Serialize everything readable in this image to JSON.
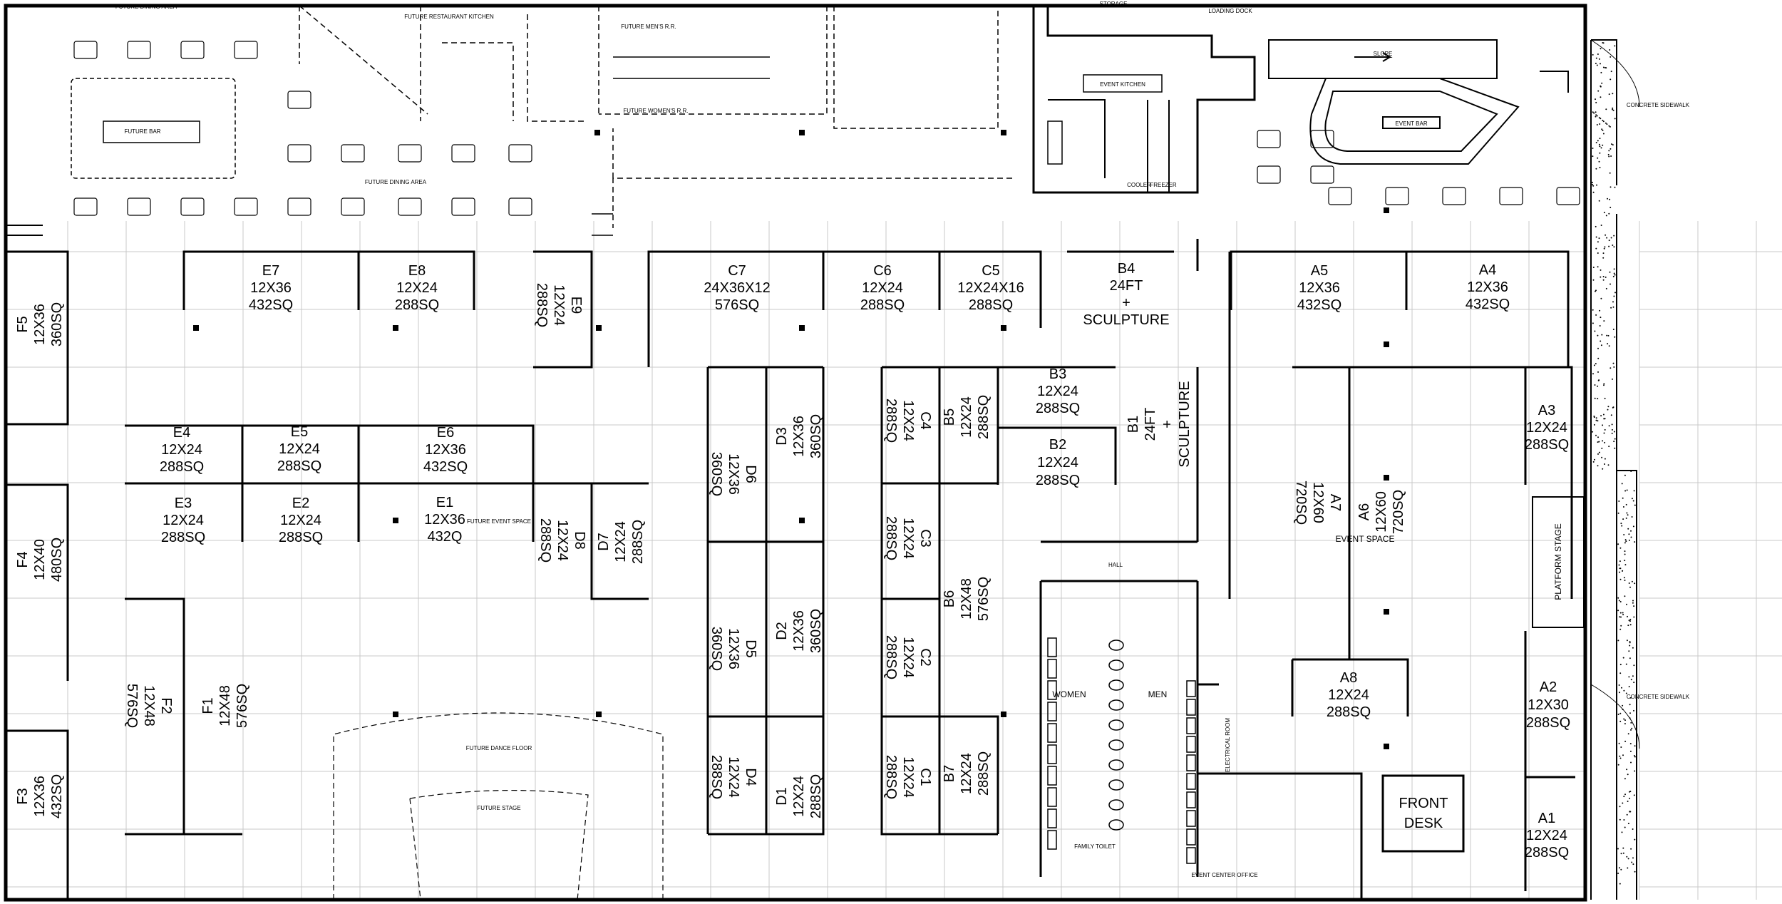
{
  "booths": {
    "A1": {
      "name": "A1",
      "size": "12X24",
      "area": "288SQ"
    },
    "A2": {
      "name": "A2",
      "size": "12X30",
      "area": "288SQ"
    },
    "A3": {
      "name": "A3",
      "size": "12X24",
      "area": "288SQ"
    },
    "A4": {
      "name": "A4",
      "size": "12X36",
      "area": "432SQ"
    },
    "A5": {
      "name": "A5",
      "size": "12X36",
      "area": "432SQ"
    },
    "A6": {
      "name": "A6",
      "size": "12X60",
      "area": "720SQ"
    },
    "A7": {
      "name": "A7",
      "size": "12X60",
      "area": "720SQ"
    },
    "A8": {
      "name": "A8",
      "size": "12X24",
      "area": "288SQ"
    },
    "B1": {
      "name": "B1",
      "size": "24FT",
      "extra": "+",
      "note": "SCULPTURE"
    },
    "B2": {
      "name": "B2",
      "size": "12X24",
      "area": "288SQ"
    },
    "B3": {
      "name": "B3",
      "size": "12X24",
      "area": "288SQ"
    },
    "B4": {
      "name": "B4",
      "size": "24FT",
      "extra": "+",
      "note": "SCULPTURE"
    },
    "B5": {
      "name": "B5",
      "size": "12X24",
      "area": "288SQ"
    },
    "B6": {
      "name": "B6",
      "size": "12X48",
      "area": "576SQ"
    },
    "B7": {
      "name": "B7",
      "size": "12X24",
      "area": "288SQ"
    },
    "C1": {
      "name": "C1",
      "size": "12X24",
      "area": "288SQ"
    },
    "C2": {
      "name": "C2",
      "size": "12X24",
      "area": "288SQ"
    },
    "C3": {
      "name": "C3",
      "size": "12X24",
      "area": "288SQ"
    },
    "C4": {
      "name": "C4",
      "size": "12X24",
      "area": "288SQ"
    },
    "C5": {
      "name": "C5",
      "size": "12X24X16",
      "area": "288SQ"
    },
    "C6": {
      "name": "C6",
      "size": "12X24",
      "area": "288SQ"
    },
    "C7": {
      "name": "C7",
      "size": "24X36X12",
      "area": "576SQ"
    },
    "D1": {
      "name": "D1",
      "size": "12X24",
      "area": "288SQ"
    },
    "D2": {
      "name": "D2",
      "size": "12X36",
      "area": "360SQ"
    },
    "D3": {
      "name": "D3",
      "size": "12X36",
      "area": "360SQ"
    },
    "D4": {
      "name": "D4",
      "size": "12X24",
      "area": "288SQ"
    },
    "D5": {
      "name": "D5",
      "size": "12X36",
      "area": "360SQ"
    },
    "D6": {
      "name": "D6",
      "size": "12X36",
      "area": "360SQ"
    },
    "D7": {
      "name": "D7",
      "size": "12X24",
      "area": "288SQ"
    },
    "D8": {
      "name": "D8",
      "size": "12X24",
      "area": "288SQ"
    },
    "E1": {
      "name": "E1",
      "size": "12X36",
      "area": "432Q"
    },
    "E2": {
      "name": "E2",
      "size": "12X24",
      "area": "288SQ"
    },
    "E3": {
      "name": "E3",
      "size": "12X24",
      "area": "288SQ"
    },
    "E4": {
      "name": "E4",
      "size": "12X24",
      "area": "288SQ"
    },
    "E5": {
      "name": "E5",
      "size": "12X24",
      "area": "288SQ"
    },
    "E6": {
      "name": "E6",
      "size": "12X36",
      "area": "432SQ"
    },
    "E7": {
      "name": "E7",
      "size": "12X36",
      "area": "432SQ"
    },
    "E8": {
      "name": "E8",
      "size": "12X24",
      "area": "288SQ"
    },
    "E9": {
      "name": "E9",
      "size": "12X24",
      "area": "288SQ"
    },
    "F1": {
      "name": "F1",
      "size": "12X48",
      "area": "576SQ"
    },
    "F2": {
      "name": "F2",
      "size": "12X48",
      "area": "576SQ"
    },
    "F3": {
      "name": "F3",
      "size": "12X36",
      "area": "432SQ"
    },
    "F4": {
      "name": "F4",
      "size": "12X40",
      "area": "480SQ"
    },
    "F5": {
      "name": "F5",
      "size": "12X36",
      "area": "360SQ"
    }
  },
  "front_desk": {
    "line1": "FRONT",
    "line2": "DESK"
  },
  "annotations": {
    "future_dining_area_top": "FUTURE DINING AREA",
    "future_restaurant_kitchen": "FUTURE RESTAURANT KITCHEN",
    "future_mens_rr": "FUTURE MEN'S R.R.",
    "future_womens_rr": "FUTURE WOMEN'S R.R.",
    "future_bar": "FUTURE BAR",
    "future_dining_area": "FUTURE DINING AREA",
    "future_event_space": "FUTURE EVENT SPACE",
    "future_dance_floor": "FUTURE DANCE FLOOR",
    "future_stage": "FUTURE STAGE",
    "event_kitchen": "EVENT KITCHEN",
    "event_bar": "EVENT BAR",
    "event_space": "EVENT SPACE",
    "platform_stage": "PLATFORM STAGE",
    "hall": "HALL",
    "women": "WOMEN",
    "men": "MEN",
    "electrical_room": "ELECTRICAL ROOM",
    "event_center_office": "EVENT CENTER OFFICE",
    "cooler": "COOLER",
    "freezer": "FREEZER",
    "storage": "STORAGE",
    "loading_dock": "LOADING DOCK",
    "slope": "SLOPE",
    "family_toilet": "FAMILY TOILET",
    "concrete_sidewalk_1": "CONCRETE SIDEWALK",
    "concrete_sidewalk_2": "CONCRETE SIDEWALK"
  },
  "colors": {
    "line": "#000000",
    "grid": "#c8c8c8",
    "background": "#ffffff"
  }
}
